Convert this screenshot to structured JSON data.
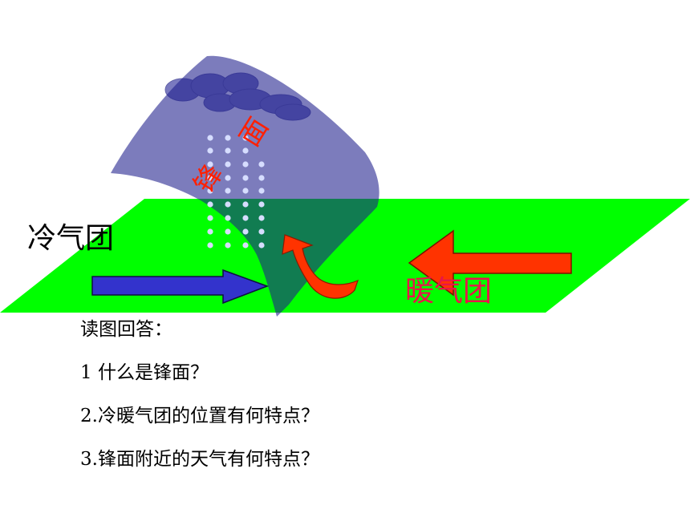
{
  "labels": {
    "cold_air_mass": "冷气团",
    "warm_air_mass": "暖气团",
    "front_chars": [
      "锋",
      "面"
    ]
  },
  "questions": {
    "heading": "读图回答：",
    "items": [
      "1 什么是锋面？",
      "2.冷暖气团的位置有何特点？",
      "3.锋面附近的天气有何特点？"
    ]
  },
  "colors": {
    "ground_plane": "#00ff00",
    "front_surface": "#4a4aa6",
    "cold_arrow": "#3333cc",
    "warm_arrow": "#ff3300",
    "rain": "#d6ddff",
    "cloud": "#7a7abf"
  },
  "icons": [
    "cloud-icon",
    "rain-drops",
    "cold-air-arrow-icon",
    "warm-air-arrow-icon",
    "rising-air-arrow-icon"
  ]
}
